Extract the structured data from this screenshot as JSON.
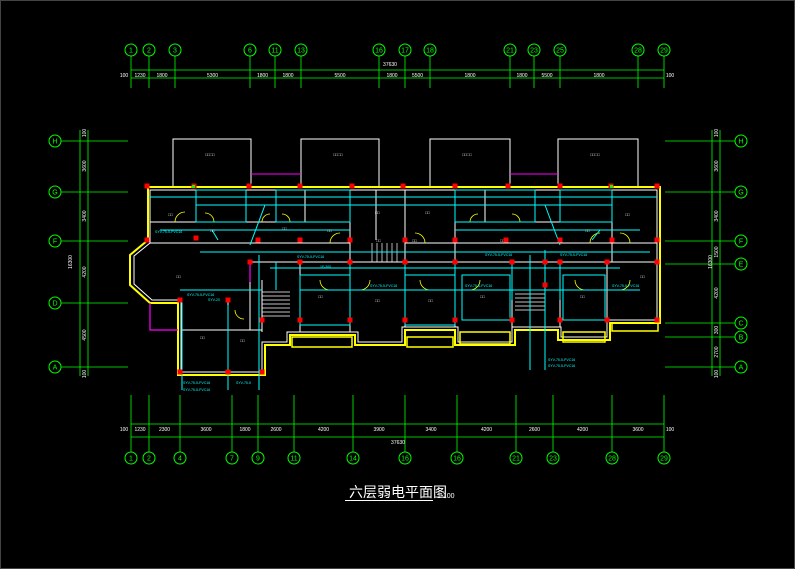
{
  "drawing": {
    "title": "六层弱电平面图",
    "scale": "1:100"
  },
  "top_axes": [
    "1",
    "2",
    "3",
    "6",
    "11",
    "13",
    "16",
    "17",
    "18",
    "21",
    "23",
    "25",
    "28",
    "29"
  ],
  "top_dims": [
    "100",
    "1230",
    "1800",
    "5300",
    "1800",
    "1800",
    "5500",
    "1800",
    "5500",
    "1800",
    "1800",
    "5500",
    "1800",
    "100"
  ],
  "top_total": "37630",
  "bottom_axes": [
    "1",
    "2",
    "4",
    "7",
    "9",
    "11",
    "14",
    "16",
    "16",
    "21",
    "23",
    "28",
    "29"
  ],
  "bottom_dims": [
    "100",
    "1230",
    "2300",
    "3600",
    "1800",
    "2600",
    "4200",
    "3900",
    "3400",
    "4200",
    "2600",
    "4200",
    "3600",
    "100"
  ],
  "bottom_total": "37630",
  "left_axes": [
    "H",
    "G",
    "F",
    "D",
    "A"
  ],
  "left_dims": [
    "100",
    "3600",
    "3400",
    "4200",
    "4500",
    "100"
  ],
  "left_total": "16300",
  "right_axes": [
    "H",
    "G",
    "F",
    "E",
    "C",
    "B",
    "A"
  ],
  "right_dims": [
    "100",
    "3600",
    "3400",
    "1500",
    "4200",
    "300",
    "2700",
    "100"
  ],
  "right_total": "16300",
  "colors": {
    "background": "#000000",
    "axis_grid": "#00ff00",
    "wall": "#ffffff",
    "column": "#ff0000",
    "wiring": "#00ffff",
    "balcony": "#ffff00",
    "door": "#ffff00",
    "accent": "#ff00ff"
  }
}
